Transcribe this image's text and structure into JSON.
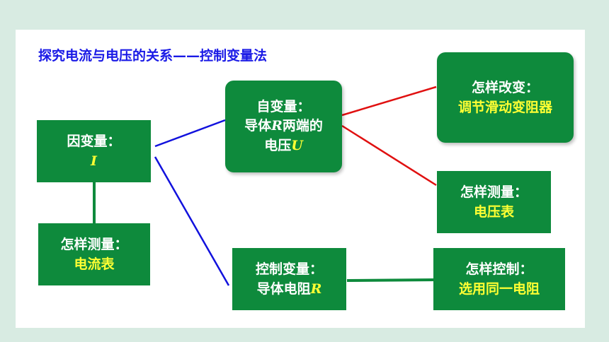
{
  "title": "探究电流与电压的关系——控制变量法",
  "colors": {
    "box": "#0e8a3c",
    "highlight": "#ffff33",
    "title": "#1a1ae6",
    "connector_blue": "#1111dd",
    "connector_red": "#e01010",
    "connector_green": "#0e8a3c"
  },
  "dependent": {
    "label": "因变量：",
    "var": "I"
  },
  "dep_measure": {
    "label": "怎样测量：",
    "value": "电流表"
  },
  "independent": {
    "label": "自变量：",
    "text1": "导体",
    "var1": "R",
    "text2": "两端的",
    "text3": "电压",
    "var2": "U"
  },
  "change": {
    "label": "怎样改变：",
    "value": "调节滑动变阻器"
  },
  "ind_measure": {
    "label": "怎样测量：",
    "value": "电压表"
  },
  "controlled": {
    "label": "控制变量：",
    "text": "导体电阻",
    "var": "R"
  },
  "control_how": {
    "label": "怎样控制：",
    "value": "选用同一电阻"
  }
}
